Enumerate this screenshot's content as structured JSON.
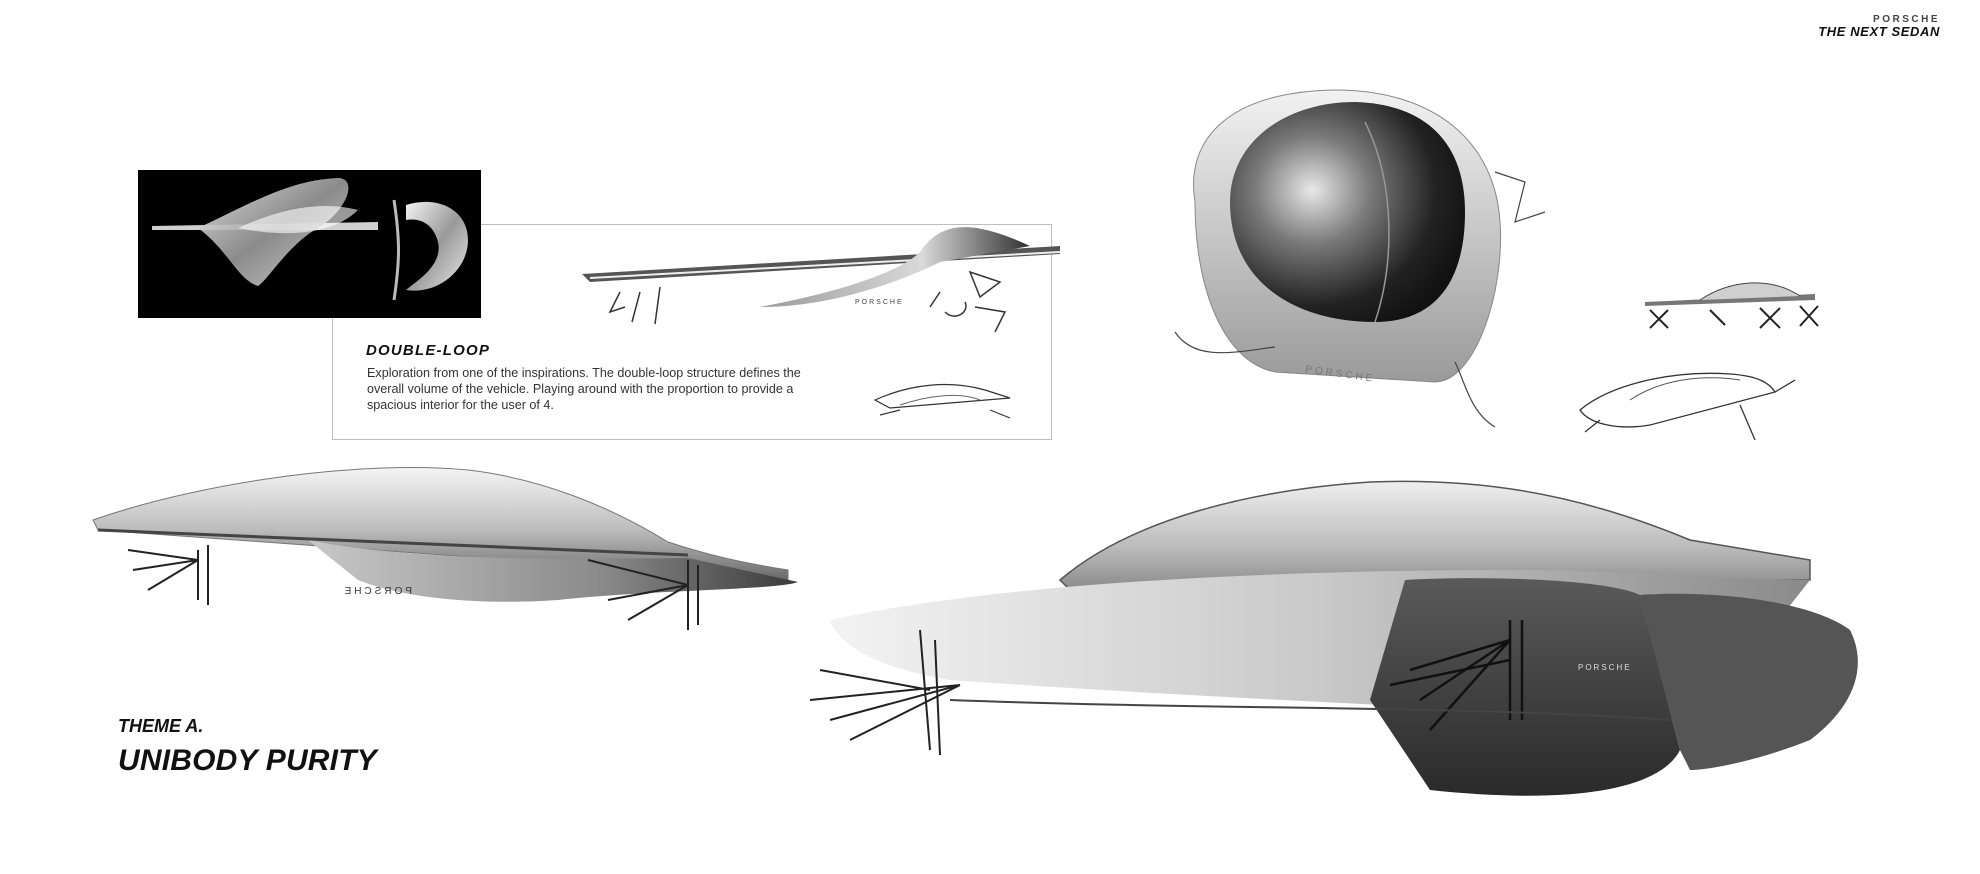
{
  "header": {
    "brand": "PORSCHE",
    "project_title": "THE NEXT SEDAN"
  },
  "inspiration_panel": {
    "title": "DOUBLE-LOOP",
    "description": "Exploration from one of the inspirations. The double-loop structure defines the overall volume of the vehicle. Playing around with the proportion to provide a spacious interior for the user of 4."
  },
  "theme": {
    "label": "THEME A.",
    "title": "UNIBODY PURITY"
  },
  "sketch_branding": {
    "panel_sketch": "PORSCHE",
    "front_view": "PORSCHE",
    "side_view_mirrored": "PORSCHE",
    "three_quarter_view": "PORSCHE"
  },
  "colors": {
    "text": "#111111",
    "panel_border": "#bdbdbd",
    "photo_bg": "#000000",
    "sketch_dark": "#3a3a3a"
  }
}
